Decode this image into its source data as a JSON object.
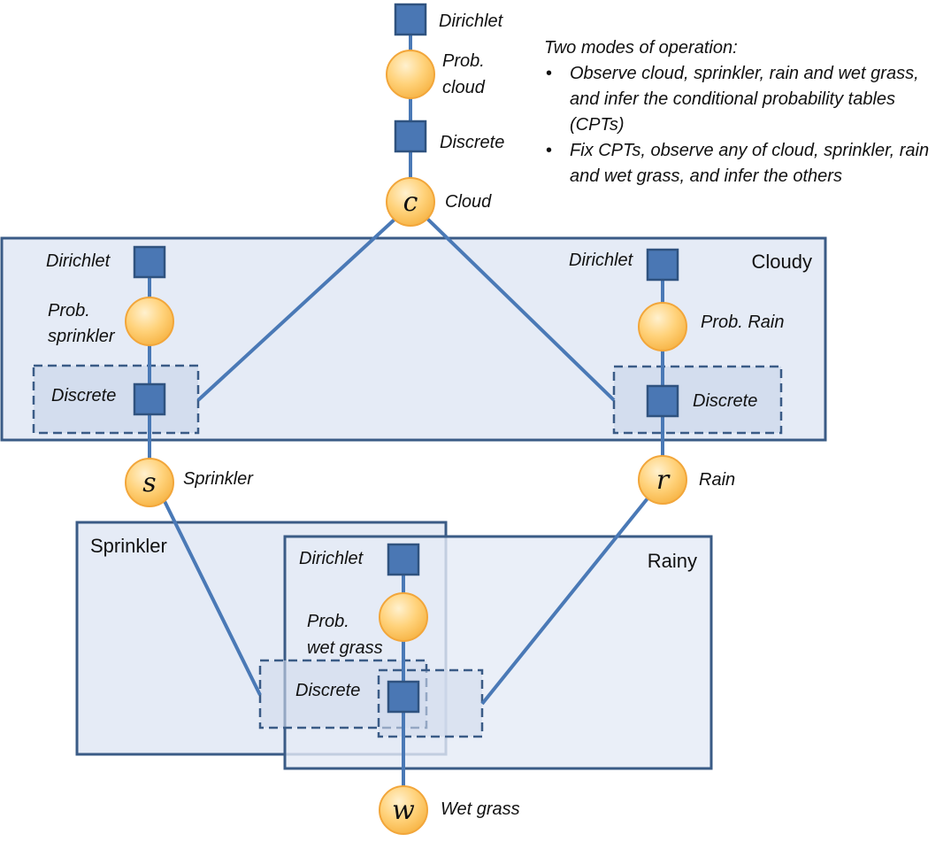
{
  "colors": {
    "plate_fill": "#e5ebf6",
    "plate_stroke": "#3a5b86",
    "gate_fill": "#d0dbec",
    "edge": "#4a79b6",
    "factor_fill": "#4a77b4",
    "factor_stroke": "#2f527f",
    "variable_fill": "#ffd27a",
    "variable_stroke": "#f2a63a"
  },
  "notes": {
    "title": "Two modes of operation:",
    "bullets": [
      "Observe cloud, sprinkler, rain and wet grass, and infer the conditional probability tables (CPTs)",
      "Fix CPTs, observe any of cloud, sprinkler, rain and wet grass, and infer the others"
    ]
  },
  "plates": {
    "cloudy": "Cloudy",
    "sprinkler": "Sprinkler",
    "rainy": "Rainy"
  },
  "variables": {
    "cloud": {
      "symbol": "c",
      "label": "Cloud"
    },
    "sprinkler": {
      "symbol": "s",
      "label": "Sprinkler"
    },
    "rain": {
      "symbol": "r",
      "label": "Rain"
    },
    "wet_grass": {
      "symbol": "w",
      "label": "Wet grass"
    }
  },
  "parameters": {
    "prob_cloud": [
      "Prob.",
      "cloud"
    ],
    "prob_sprinkler": [
      "Prob.",
      "sprinkler"
    ],
    "prob_rain": "Prob. Rain",
    "prob_wet_grass": [
      "Prob.",
      "wet grass"
    ]
  },
  "factors": {
    "dirichlet": "Dirichlet",
    "discrete": "Discrete"
  }
}
